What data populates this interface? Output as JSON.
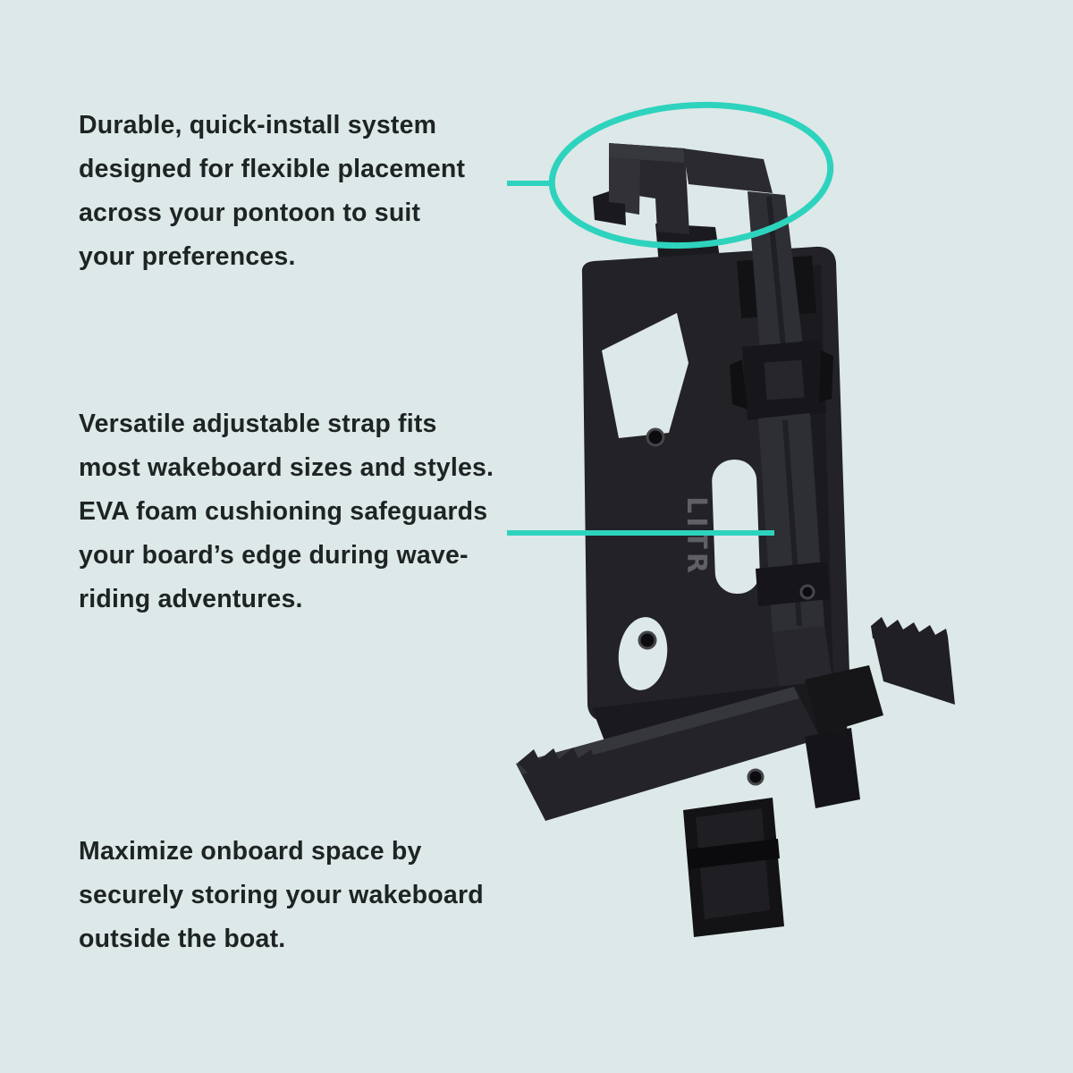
{
  "colors": {
    "background": "#dde8e8",
    "accent": "#2ed3be",
    "text": "#1e2324",
    "product_body": "#222227"
  },
  "annotations": {
    "feature_1": {
      "text": "Durable, quick-install system\ndesigned for flexible placement\nacross your pontoon to suit\nyour preferences."
    },
    "feature_2": {
      "text": "Versatile adjustable strap fits\nmost wakeboard sizes and styles.\nEVA foam cushioning safeguards\nyour board’s edge during wave-\nriding adventures."
    },
    "feature_3": {
      "text": "Maximize onboard space by\nsecurely storing your wakeboard\noutside the boat."
    }
  },
  "product": {
    "logo_text": "LITR"
  }
}
